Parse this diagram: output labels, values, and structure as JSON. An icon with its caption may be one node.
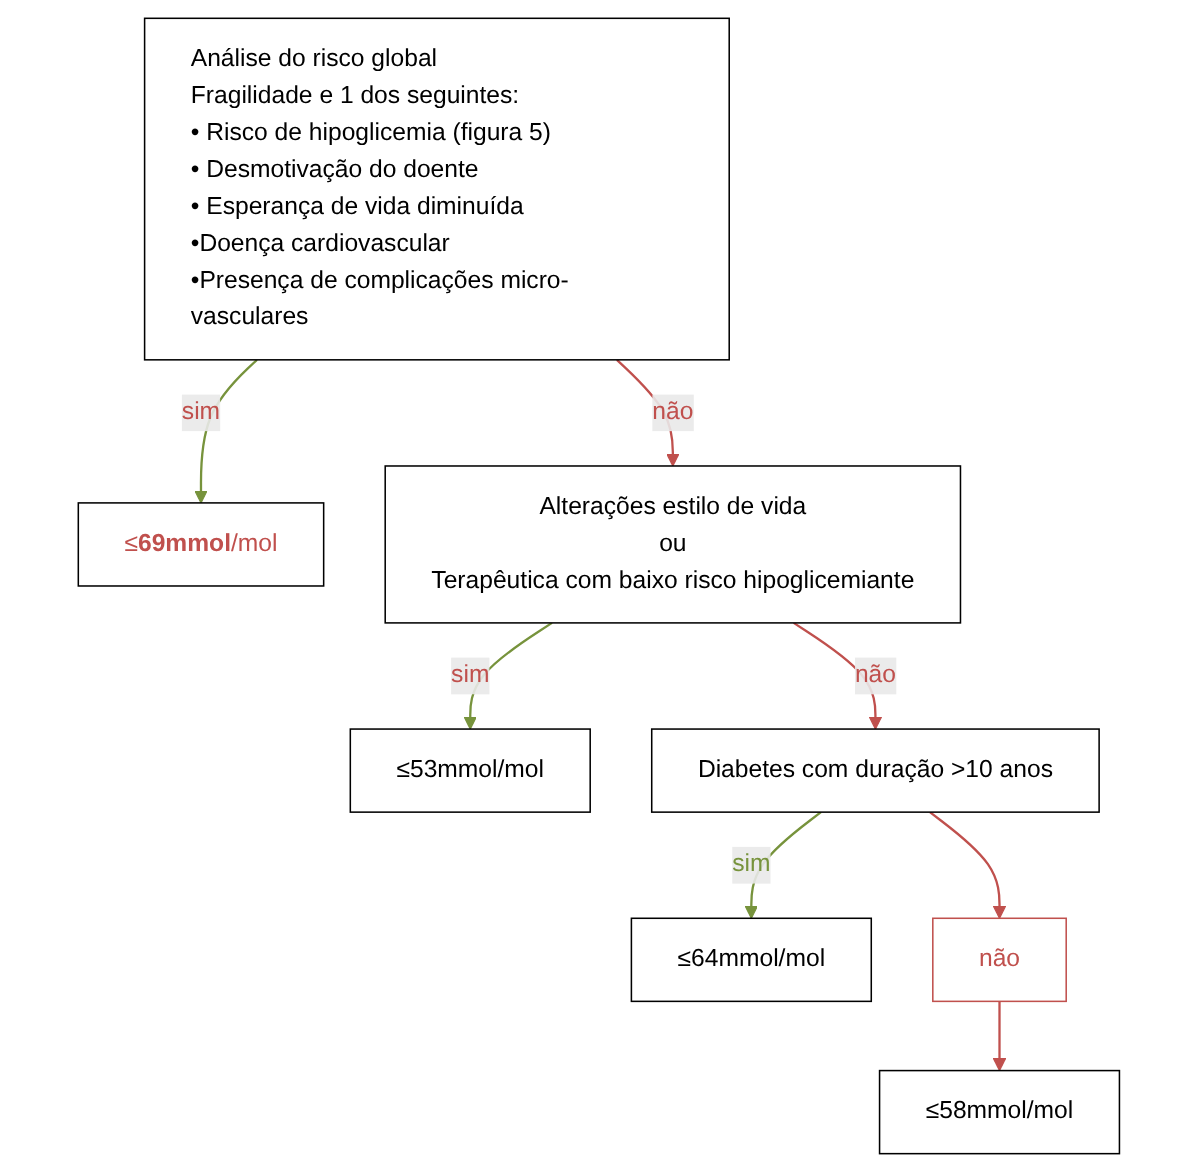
{
  "diagram": {
    "nodes": [
      {
        "text": [
          "Análise do risco global",
          "Fragilidade e 1 dos seguintes:",
          "• Risco de hipoglicemia (figura 5)",
          "• Desmotivação do doente",
          "• Esperança de vida diminuída",
          "•Doença cardiovascular",
          "•Presença de complicações micro-vasculares"
        ]
      },
      {
        "text": [
          "≤**69mmol**/mol"
        ]
      },
      {
        "text": [
          "Alterações estilo de vida",
          "ou",
          "Terapêutica com baixo risco hipoglicemiante"
        ]
      },
      {
        "text": [
          "≤53mmol/mol"
        ]
      },
      {
        "text": [
          "Diabetes com duração >10 anos"
        ]
      },
      {
        "text": [
          "≤64mmol/mol"
        ]
      },
      {
        "text": [
          "não"
        ]
      },
      {
        "text": [
          "≤58mmol/mol"
        ]
      }
    ],
    "edges": [
      {
        "from": 0,
        "to": 1,
        "arrow": "to",
        "label": "sim",
        "color": "#77933c"
      },
      {
        "from": 0,
        "to": 2,
        "arrow": "to",
        "label": "não"
      },
      {
        "from": 2,
        "to": 3,
        "arrow": "to",
        "label": "sim",
        "color": "#77933c"
      },
      {
        "from": 2,
        "to": 4,
        "arrow": "to",
        "label": "não"
      },
      {
        "from": 4,
        "to": 5,
        "arrow": "to",
        "label": "sim",
        "color": "#77933c"
      },
      {
        "from": 4,
        "to": 6,
        "arrow": "to"
      },
      {
        "from": 6,
        "to": 7,
        "arrow": "to"
      }
    ]
  }
}
